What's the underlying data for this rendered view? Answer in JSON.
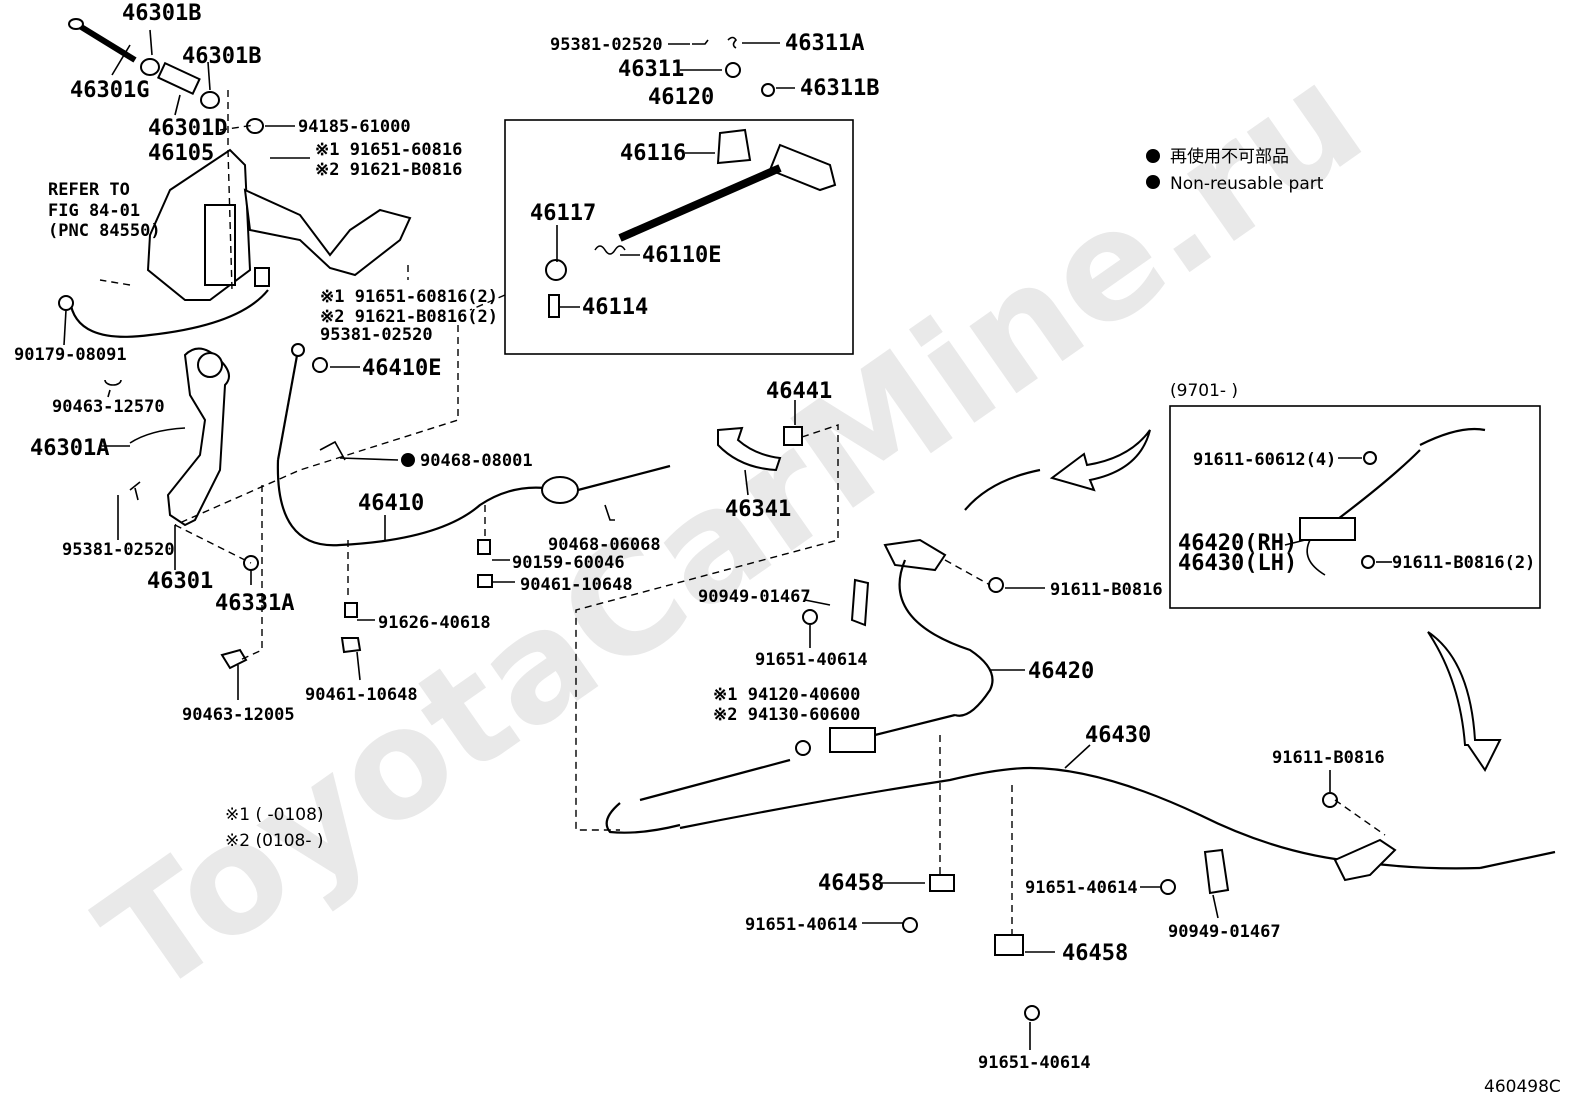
{
  "watermark": "ToyotaCarMine.ru",
  "figure_code": "460498C",
  "legend": {
    "non_reusable_jp": "再使用不可部品",
    "non_reusable_en": "Non-reusable part"
  },
  "refer": {
    "line1": "REFER TO",
    "line2": "FIG 84-01",
    "line3": "(PNC 84550)"
  },
  "notes": {
    "n1": "※1 (         -0108)",
    "n2": "※2 (0108-         )"
  },
  "inset": {
    "date_range": "(9701-          )"
  },
  "parts": [
    {
      "id": "46301B_a",
      "text": "46301B"
    },
    {
      "id": "46301B_b",
      "text": "46301B"
    },
    {
      "id": "46301G",
      "text": "46301G"
    },
    {
      "id": "46301D",
      "text": "46301D"
    },
    {
      "id": "46105",
      "text": "46105"
    },
    {
      "id": "94185-61000",
      "text": "94185-61000"
    },
    {
      "id": "91651-60816_a",
      "text": "※1 91651-60816"
    },
    {
      "id": "91621-B0816_a",
      "text": "※2 91621-B0816"
    },
    {
      "id": "91651-60816_b",
      "text": "※1 91651-60816(2)"
    },
    {
      "id": "91621-B0816_b",
      "text": "※2 91621-B0816(2)"
    },
    {
      "id": "95381-02520_a",
      "text": "95381-02520"
    },
    {
      "id": "90179-08091",
      "text": "90179-08091"
    },
    {
      "id": "46410E",
      "text": "46410E"
    },
    {
      "id": "90463-12570",
      "text": "90463-12570"
    },
    {
      "id": "46301A",
      "text": "46301A"
    },
    {
      "id": "90468-08001",
      "text": "90468-08001"
    },
    {
      "id": "46410",
      "text": "46410"
    },
    {
      "id": "95381-02520_b",
      "text": "95381-02520"
    },
    {
      "id": "46301",
      "text": "46301"
    },
    {
      "id": "46331A",
      "text": "46331A"
    },
    {
      "id": "90468-06068",
      "text": "90468-06068"
    },
    {
      "id": "90159-60046",
      "text": "90159-60046"
    },
    {
      "id": "90461-10648_a",
      "text": "90461-10648"
    },
    {
      "id": "91626-40618",
      "text": "91626-40618"
    },
    {
      "id": "90461-10648_b",
      "text": "90461-10648"
    },
    {
      "id": "90463-12005",
      "text": "90463-12005"
    },
    {
      "id": "95381-02520_c",
      "text": "95381-02520"
    },
    {
      "id": "46311A",
      "text": "46311A"
    },
    {
      "id": "46311",
      "text": "46311"
    },
    {
      "id": "46311B",
      "text": "46311B"
    },
    {
      "id": "46120",
      "text": "46120"
    },
    {
      "id": "46116",
      "text": "46116"
    },
    {
      "id": "46117",
      "text": "46117"
    },
    {
      "id": "46110E",
      "text": "46110E"
    },
    {
      "id": "46114",
      "text": "46114"
    },
    {
      "id": "46441",
      "text": "46441"
    },
    {
      "id": "46341",
      "text": "46341"
    },
    {
      "id": "90949-01467_a",
      "text": "90949-01467"
    },
    {
      "id": "91651-40614_a",
      "text": "91651-40614"
    },
    {
      "id": "94120-40600",
      "text": "※1 94120-40600"
    },
    {
      "id": "94130-60600",
      "text": "※2 94130-60600"
    },
    {
      "id": "91611-B0816_a",
      "text": "91611-B0816"
    },
    {
      "id": "46420",
      "text": "46420"
    },
    {
      "id": "46430",
      "text": "46430"
    },
    {
      "id": "46458_a",
      "text": "46458"
    },
    {
      "id": "91651-40614_b",
      "text": "91651-40614"
    },
    {
      "id": "91651-40614_c",
      "text": "91651-40614"
    },
    {
      "id": "46458_b",
      "text": "46458"
    },
    {
      "id": "91651-40614_d",
      "text": "91651-40614"
    },
    {
      "id": "90949-01467_b",
      "text": "90949-01467"
    },
    {
      "id": "91611-B0816_b",
      "text": "91611-B0816"
    },
    {
      "id": "91611-60612",
      "text": "91611-60612(4)"
    },
    {
      "id": "46420RH",
      "text": "46420(RH)"
    },
    {
      "id": "46430LH",
      "text": "46430(LH)"
    },
    {
      "id": "91611-B0816_c",
      "text": "91611-B0816(2)"
    }
  ]
}
